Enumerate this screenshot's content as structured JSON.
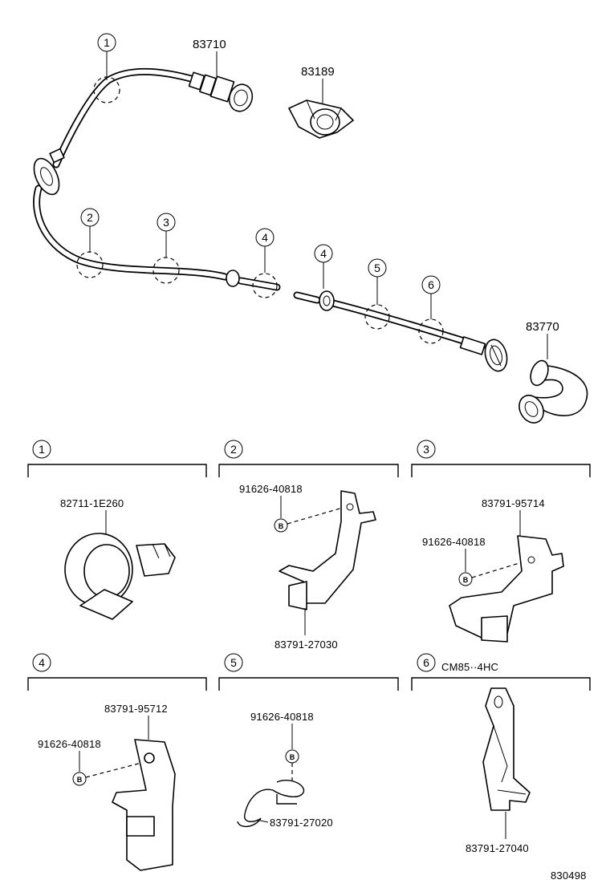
{
  "diagram": {
    "main_parts": {
      "meter_end": "83710",
      "grommet_clip": "83189",
      "adapter": "83770"
    },
    "callouts": [
      "1",
      "2",
      "3",
      "4",
      "5",
      "6"
    ],
    "detail_panels": [
      {
        "num": "1",
        "note": "",
        "labels": [
          "82711-1E260"
        ]
      },
      {
        "num": "2",
        "note": "",
        "labels": [
          "91626-40818",
          "83791-27030"
        ]
      },
      {
        "num": "3",
        "note": "",
        "labels": [
          "83791-95714",
          "91626-40818"
        ]
      },
      {
        "num": "4",
        "note": "",
        "labels": [
          "83791-95712",
          "91626-40818"
        ]
      },
      {
        "num": "5",
        "note": "",
        "labels": [
          "91626-40818",
          "83791-27020"
        ]
      },
      {
        "num": "6",
        "note": "CM85··4HC",
        "labels": [
          "83791-27040"
        ]
      }
    ],
    "bolt_symbol": "B",
    "figure_code": "830498"
  }
}
